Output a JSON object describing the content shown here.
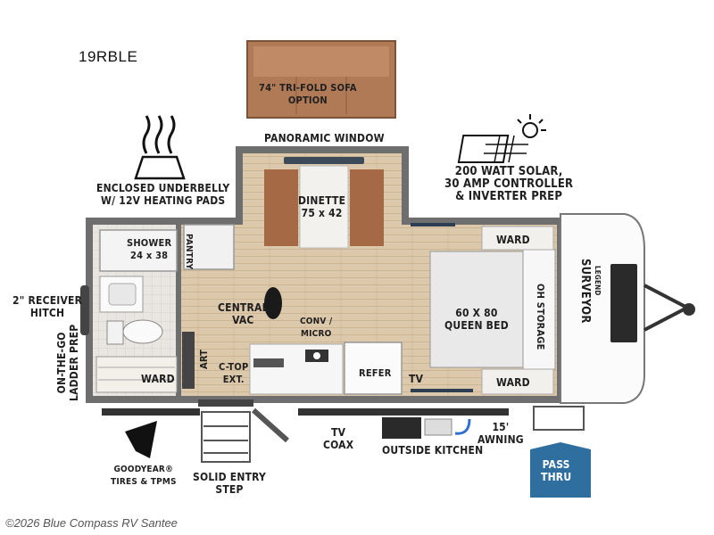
{
  "model": "19RBLE",
  "sofa_option": "74\" TRI-FOLD SOFA\nOPTION",
  "labels": {
    "panoramic_window": "PANORAMIC WINDOW",
    "underbelly": "ENCLOSED UNDERBELLY\nW/ 12V HEATING PADS",
    "solar": "200 WATT SOLAR,\n30 AMP CONTROLLER\n& INVERTER PREP",
    "dinette": "DINETTE\n75 x 42",
    "shower": "SHOWER\n24 x 38",
    "pantry": "PANTRY",
    "receiver_hitch": "2\" RECEIVER\nHITCH",
    "ladder_prep": "ON-THE-GO\nLADDER PREP",
    "central_vac": "CENTRAL\nVAC",
    "conv_micro": "CONV /\nMICRO",
    "art": "ART",
    "ctop_ext": "C-TOP\nEXT.",
    "refer": "REFER",
    "tv": "TV",
    "ward_rear": "WARD",
    "ward_front_top": "WARD",
    "ward_front_bottom": "WARD",
    "bed": "60 X 80\nQUEEN BED",
    "oh_storage": "OH STORAGE",
    "tv_coax": "TV\nCOAX",
    "outside_kitchen": "OUTSIDE KITCHEN",
    "awning": "15'\nAWNING",
    "goodyear": "GOODYEAR®\nTIRES & TPMS",
    "entry_step": "SOLID ENTRY\nSTEP",
    "pass_thru": "PASS\nTHRU",
    "brand_cap": "SURVEYOR",
    "brand_sub": "LEGEND"
  },
  "footer": "©2026 Blue Compass RV Santee",
  "colors": {
    "wall": "#6e6e6e",
    "floor": "#d9c4a7",
    "sofa": "#b07a57",
    "pass_thru": "#2f6f9f"
  }
}
